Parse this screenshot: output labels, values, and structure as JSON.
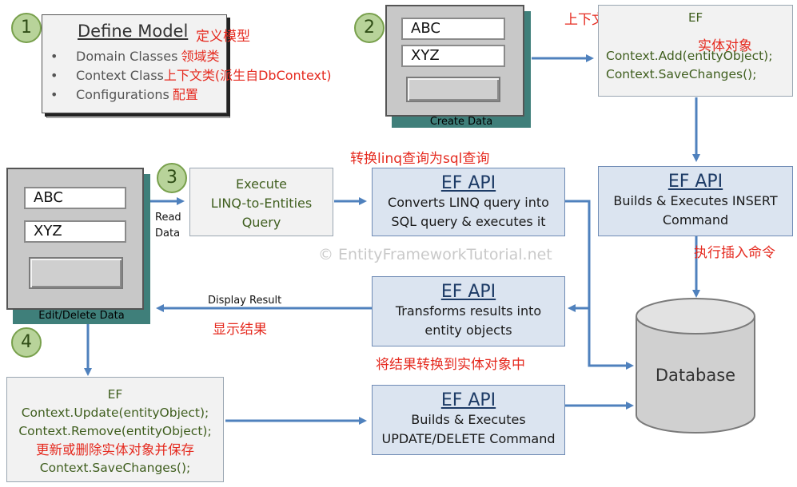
{
  "steps": [
    "1",
    "2",
    "3",
    "4"
  ],
  "define_model": {
    "title": "Define Model",
    "title_cn": "定义模型",
    "items": [
      {
        "text": "Domain Classes",
        "cn": "领域类"
      },
      {
        "text": "Context Class",
        "cn": "上下文类(派生自DbContext)"
      },
      {
        "text": "Configurations",
        "cn": "配置"
      }
    ]
  },
  "create_panel": {
    "field1": "ABC",
    "field2": "XYZ",
    "label": "Create Data"
  },
  "edit_panel": {
    "field1": "ABC",
    "field2": "XYZ",
    "label": "Edit/Delete Data"
  },
  "add_box": {
    "cn_top": "上下文类的对象",
    "ef": "EF",
    "cn_entity": "实体对象",
    "line1": "Context.Add(entityObject);",
    "line2": "Context.SaveChanges();"
  },
  "ef_insert": {
    "title": "EF API",
    "line1": "Builds & Executes INSERT",
    "line2": "Command",
    "cn": "执行插入命令"
  },
  "execute_box": {
    "line1": "Execute",
    "line2": "LINQ-to-Entities",
    "line3": "Query"
  },
  "read_label": {
    "line1": "Read",
    "line2": "Data"
  },
  "ef_convert": {
    "cn": "转换linq查询为sql查询",
    "title": "EF API",
    "line1": "Converts LINQ query into",
    "line2": "SQL query & executes it"
  },
  "watermark": "© EntityFrameworkTutorial.net",
  "ef_transform": {
    "title": "EF API",
    "line1": "Transforms results into",
    "line2": "entity objects",
    "cn": "将结果转换到实体对象中"
  },
  "display": {
    "label": "Display Result",
    "cn": "显示结果"
  },
  "database": {
    "label": "Database"
  },
  "update_box": {
    "ef": "EF",
    "line1": "Context.Update(entityObject);",
    "line2": "Context.Remove(entityObject);",
    "cn": "更新或删除实体对象并保存",
    "line3": "Context.SaveChanges();"
  },
  "ef_update": {
    "title": "EF API",
    "line1": "Builds & Executes",
    "line2": "UPDATE/DELETE Command"
  },
  "colors": {
    "arrow": "#4f81bd",
    "red": "#e52a1f",
    "green_text": "#3f5e1e",
    "blue_box": "#dbe4f0"
  }
}
